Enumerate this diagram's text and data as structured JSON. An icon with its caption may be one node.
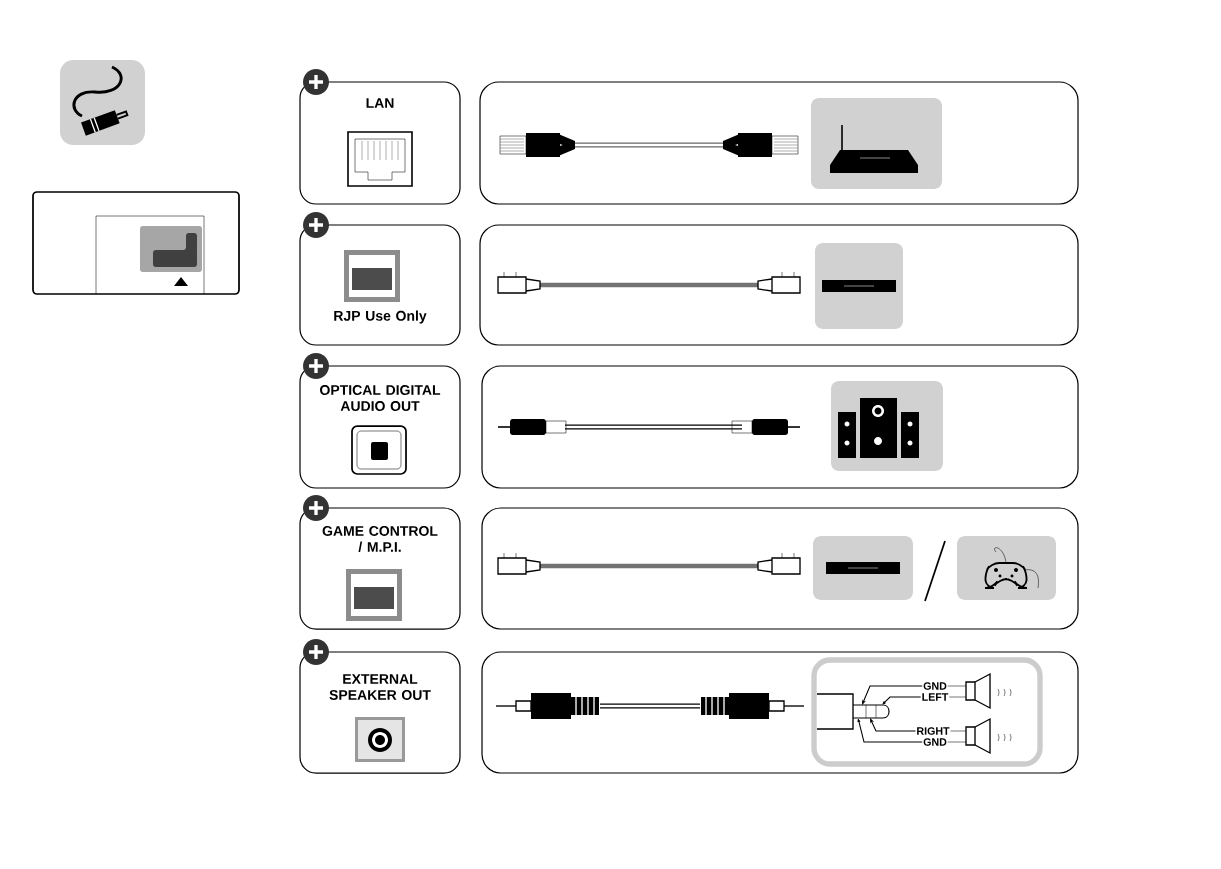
{
  "diagram": {
    "nodes": [
      {
        "text": [
          "LAN"
        ]
      },
      {
        "text": [
          "RJP Use Only"
        ]
      },
      {
        "text": [
          "OPTICAL DIGITAL AUDIO OUT"
        ]
      },
      {
        "text": [
          "GAME CONTROL / M.P.I."
        ]
      },
      {
        "text": [
          "EXTERNAL SPEAKER OUT"
        ]
      },
      {
        "text": [],
        "shape": "box"
      },
      {
        "text": [
          "GND"
        ],
        "in": 5
      },
      {
        "text": [
          "LEFT"
        ],
        "in": 5
      },
      {
        "text": [
          "RIGHT"
        ],
        "in": 5
      },
      {
        "text": [
          "GND"
        ],
        "in": 5
      }
    ],
    "edges": [
      {
        "from": 6,
        "to": null,
        "arrow": "to"
      },
      {
        "from": 7,
        "to": null,
        "arrow": "to"
      },
      {
        "from": 8,
        "to": null,
        "arrow": "to"
      },
      {
        "from": 9,
        "to": null,
        "arrow": "to"
      }
    ]
  }
}
